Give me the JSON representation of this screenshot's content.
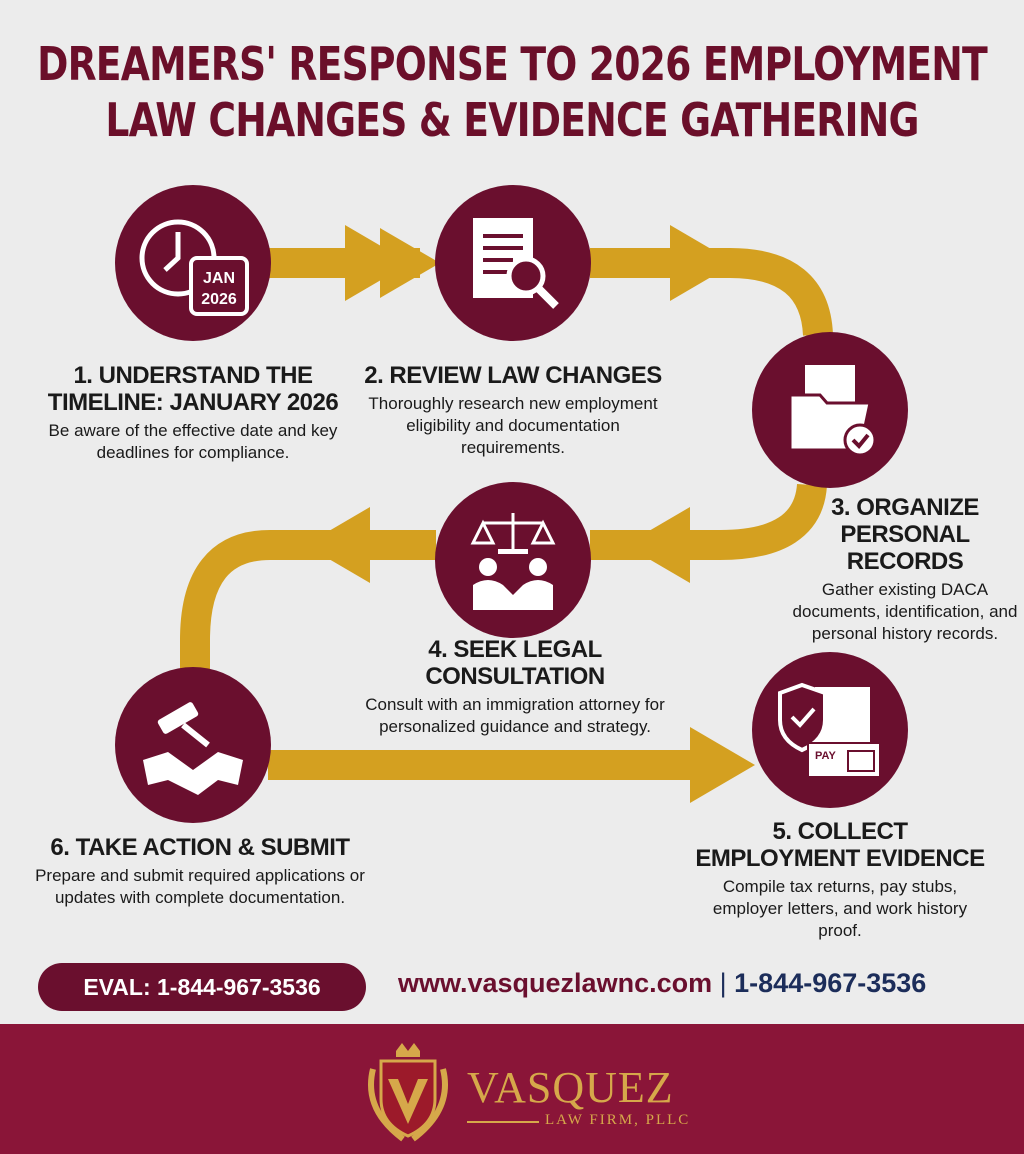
{
  "title": {
    "line1": "DREAMERS' RESPONSE TO 2026 EMPLOYMENT",
    "line2": "LAW CHANGES & EVIDENCE GATHERING"
  },
  "calendar": {
    "month": "JAN",
    "year": "2026"
  },
  "steps": [
    {
      "title": "1. UNDERSTAND THE TIMELINE: JANUARY 2026",
      "text": "Be aware of the effective date and key deadlines for compliance.",
      "icon": "clock-calendar-icon"
    },
    {
      "title": "2. REVIEW LAW CHANGES",
      "text": "Thoroughly research new employment eligibility and documentation requirements.",
      "icon": "document-search-icon"
    },
    {
      "title": "3. ORGANIZE PERSONAL RECORDS",
      "text": "Gather existing DACA documents, identification, and personal history records.",
      "icon": "folder-check-icon"
    },
    {
      "title": "4. SEEK LEGAL CONSULTATION",
      "text": "Consult with an immigration attorney for personalized guidance and strategy.",
      "icon": "scales-handshake-icon"
    },
    {
      "title": "5. COLLECT EMPLOYMENT EVIDENCE",
      "text": "Compile tax returns, pay stubs, employer letters, and work history proof.",
      "icon": "shield-paystub-icon"
    },
    {
      "title": "6. TAKE ACTION & SUBMIT",
      "text": "Prepare and submit required applications or updates with complete documentation.",
      "icon": "gavel-handshake-icon"
    }
  ],
  "paystub_label": "PAY",
  "eval_button": "EVAL: 1-844-967-3536",
  "contact": {
    "website": "www.vasquezlawnc.com",
    "separator": "|",
    "phone": "1-844-967-3536"
  },
  "footer": {
    "brand": "VASQUEZ",
    "sub": "LAW FIRM, PLLC"
  },
  "colors": {
    "maroon": "#6a0f2e",
    "gold": "#d4a020",
    "footer": "#8a1538",
    "navy": "#1c2d5a"
  }
}
